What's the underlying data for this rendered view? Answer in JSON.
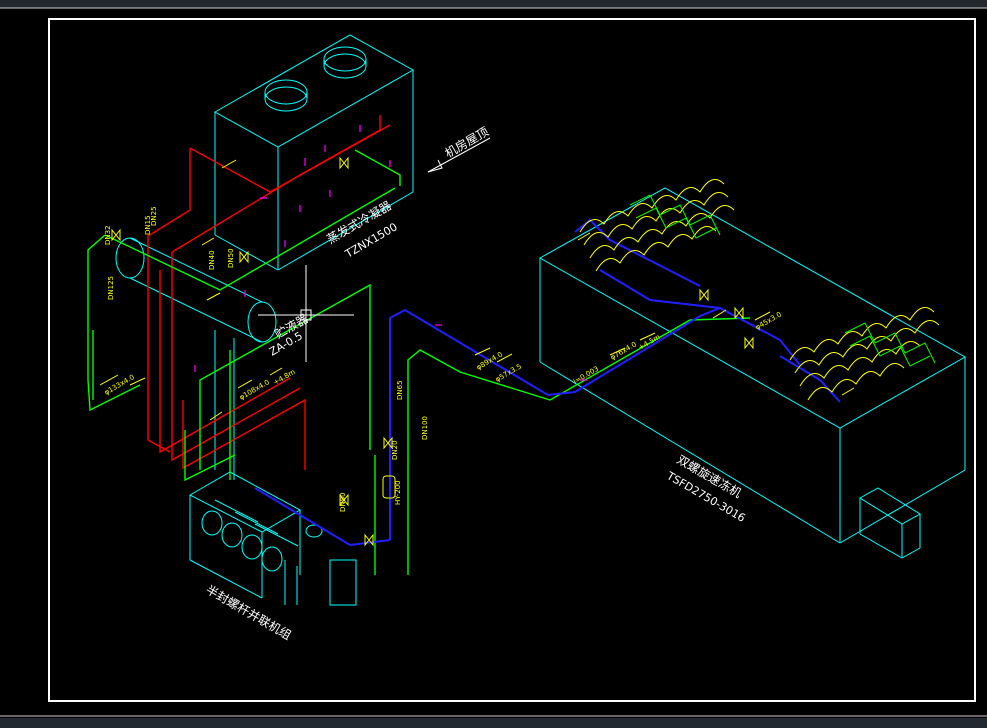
{
  "drawing": {
    "equipment": [
      {
        "id": "condenser",
        "name": "蒸发式冷凝器",
        "model": "TZNX1500"
      },
      {
        "id": "receiver",
        "name": "贮液器",
        "model": "ZA-0.5"
      },
      {
        "id": "compressor_unit",
        "name": "半封螺杆并联机组"
      },
      {
        "id": "freezer",
        "name": "双螺旋速冻机",
        "model": "TSFD2750-3016"
      }
    ],
    "annotations": {
      "roof": "机房屋顶",
      "pipe_labels": [
        "DN125",
        "DN40",
        "DN50",
        "DN25",
        "DN32",
        "DN65",
        "DN15",
        "DN20",
        "DN100",
        "DN80",
        "φ89x4.0",
        "φ57x3.5",
        "φ76x4.0",
        "φ108x4.0",
        "φ133x4.0",
        "φ45x3.0",
        "+4.5m",
        "+4.8m",
        "i=0.003",
        "HY-200"
      ]
    },
    "colors": {
      "background": "#212830",
      "canvas": "#000000",
      "frame": "#ffffff",
      "equipment": "#00ffff",
      "hot_gas": "#ff0000",
      "liquid": "#00ff00",
      "suction": "#0000ff",
      "text": "#ffff00",
      "valve": "#ff00ff"
    }
  }
}
